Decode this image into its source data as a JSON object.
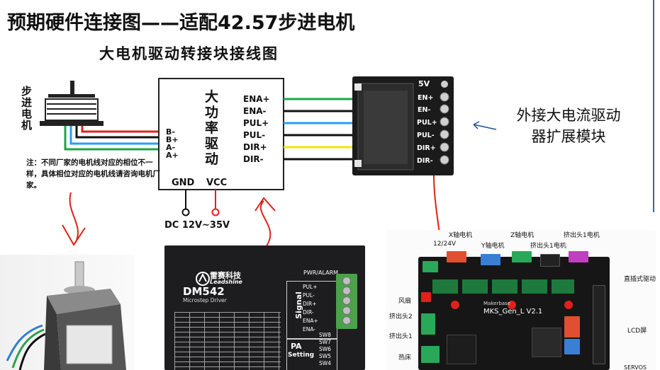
{
  "slide_title": "预期硬件连接图——适配42.57步进电机",
  "diagram_title": "大电机驱动转接块接线图",
  "motor_label": [
    "步",
    "进",
    "电",
    "机"
  ],
  "driver_box": {
    "name": [
      "大",
      "功",
      "率",
      "驱",
      "动"
    ],
    "left_pins": [
      "B-",
      "B+",
      "A-",
      "A+"
    ],
    "right_pins": [
      "ENA+",
      "ENA-",
      "PUL+",
      "PUL-",
      "DIR+",
      "DIR-"
    ],
    "bottom_pins": [
      "GND",
      "VCC"
    ],
    "power": "DC 12V~35V"
  },
  "module": {
    "top": "5V",
    "pins": [
      "EN+",
      "EN-",
      "PUL+",
      "PUL-",
      "DIR+",
      "DIR-"
    ]
  },
  "annotation_right": [
    "外接大电流驱动",
    "器扩展模块"
  ],
  "note": "注：不同厂家的电机线对应的相位不一样，具体相位对应的电机线请咨询电机厂家。",
  "wire_colors": {
    "green": "#1aa64a",
    "black": "#111111",
    "blue": "#2a9df4",
    "yellow": "#f2e600",
    "red": "#e02020",
    "arrow_red": "#e0201a",
    "arrow_blue": "#1f4e9a"
  },
  "driver_photo": {
    "brand": "雷赛科技",
    "brand_en": "Leadshine",
    "model": "DM542",
    "subtitle": "Microstep Driver",
    "pwr": "PWR/ALARM",
    "signal": "Signal",
    "signal_pins": [
      "PUL+",
      "PUL-",
      "DIR+",
      "DIR-",
      "ENA+",
      "ENA-"
    ],
    "pa": "PA",
    "setting": "Setting",
    "switches": [
      "SW8",
      "SW7",
      "SW6",
      "SW5",
      "SW4"
    ]
  },
  "board_photo": {
    "labels": {
      "v": "12/24V",
      "x": "X轴电机",
      "y": "Y轴电机",
      "z": "Z轴电机",
      "e1": "挤出头1电机",
      "e1b": "挤出头1电机",
      "direct": "直插式驱动",
      "fan": "风扇",
      "e2": "挤出头2",
      "e1h": "挤出头1",
      "bed": "热床",
      "lcd": "LCD屏",
      "servos": "SERVOS"
    },
    "board_name": "MKS_Gen_L V2.1",
    "maker": "Makerbase"
  }
}
